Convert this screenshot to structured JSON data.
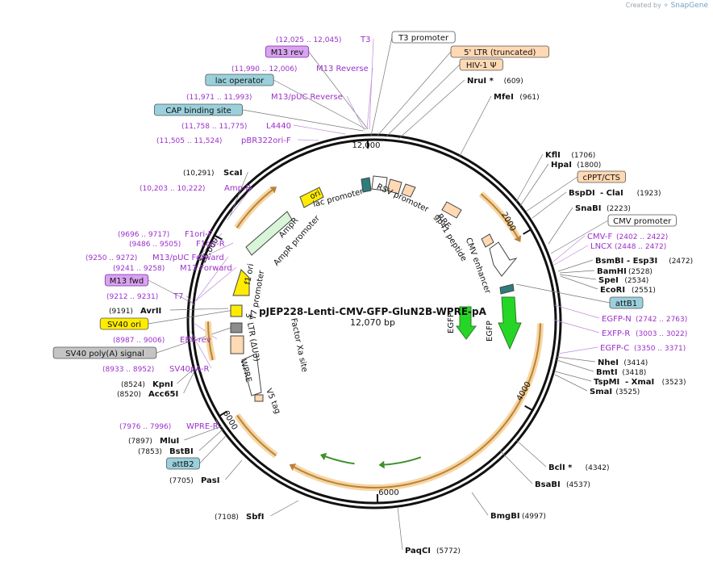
{
  "branding": {
    "created_by": "Created by",
    "product": "SnapGene"
  },
  "plasmid": {
    "name": "pJEP228-Lenti-CMV-GFP-GluN2B-WPRE-pA",
    "size": "12,070 bp",
    "length": 12070
  },
  "colors": {
    "enzyme": "#111111",
    "primer": "#9b30c9",
    "misc": "#c4c4c4",
    "feature_orange": "#e3a23a",
    "feature_green": "#8fd58f",
    "egfp": "#26d626",
    "yellow_ori": "#ffec00",
    "peach": "#ffd9b3",
    "light_blue": "#9ad0dc",
    "lilac": "#d9a3f0"
  },
  "ticks": [
    "2000",
    "4000",
    "6000",
    "8000",
    "10,000",
    "12,000"
  ],
  "labels": [
    {
      "range": "(12,025 .. 12,045)",
      "name": "T3",
      "kind": "primer"
    },
    {
      "name": "M13 rev",
      "kind": "primer_box"
    },
    {
      "range": "(11,990 .. 12,006)",
      "name": "M13 Reverse",
      "kind": "primer"
    },
    {
      "name": "lac operator",
      "kind": "box_blue"
    },
    {
      "range": "(11,971 .. 11,993)",
      "name": "M13/pUC Reverse",
      "kind": "primer"
    },
    {
      "name": "CAP binding site",
      "kind": "box_blue"
    },
    {
      "range": "(11,758 .. 11,775)",
      "name": "L4440",
      "kind": "primer"
    },
    {
      "range": "(11,505 .. 11,524)",
      "name": "pBR322ori-F",
      "kind": "primer"
    },
    {
      "range": "(10,291)",
      "name": "ScaI",
      "kind": "enzyme"
    },
    {
      "range": "(10,203 .. 10,222)",
      "name": "Amp-R",
      "kind": "primer"
    },
    {
      "range": "(9696 .. 9717)",
      "name": "F1ori-F",
      "kind": "primer"
    },
    {
      "range": "(9486 .. 9505)",
      "name": "F1ori-R",
      "kind": "primer"
    },
    {
      "range": "(9250 .. 9272)",
      "name": "M13/pUC Forward",
      "kind": "primer"
    },
    {
      "range": "(9241 .. 9258)",
      "name": "M13 Forward",
      "kind": "primer"
    },
    {
      "name": "M13 fwd",
      "kind": "primer_box"
    },
    {
      "range": "(9212 .. 9231)",
      "name": "T7",
      "kind": "primer"
    },
    {
      "range": "(9191)",
      "name": "AvrII",
      "kind": "enzyme"
    },
    {
      "name": "SV40 ori",
      "kind": "box_yellow"
    },
    {
      "range": "(8987 .. 9006)",
      "name": "EBV-rev",
      "kind": "primer"
    },
    {
      "name": "SV40 poly(A) signal",
      "kind": "box_grey"
    },
    {
      "range": "(8933 .. 8952)",
      "name": "SV40pA-R",
      "kind": "primer"
    },
    {
      "range": "(8524)",
      "name": "KpnI",
      "kind": "enzyme"
    },
    {
      "range": "(8520)",
      "name": "Acc65I",
      "kind": "enzyme"
    },
    {
      "range": "(7976 .. 7996)",
      "name": "WPRE-R",
      "kind": "primer"
    },
    {
      "range": "(7897)",
      "name": "MluI",
      "kind": "enzyme"
    },
    {
      "range": "(7853)",
      "name": "BstBI",
      "kind": "enzyme"
    },
    {
      "name": "attB2",
      "kind": "box_blue"
    },
    {
      "range": "(7705)",
      "name": "PasI",
      "kind": "enzyme"
    },
    {
      "range": "(7108)",
      "name": "SbfI",
      "kind": "enzyme"
    },
    {
      "name": "T3 promoter",
      "kind": "box_white"
    },
    {
      "name": "5' LTR (truncated)",
      "kind": "box_peach"
    },
    {
      "name": "HIV-1 Ψ",
      "kind": "box_peach"
    },
    {
      "name": "NruI *",
      "range": "(609)",
      "kind": "enzyme_r"
    },
    {
      "name": "MfeI",
      "range": "(961)",
      "kind": "enzyme_r"
    },
    {
      "name": "KflI",
      "range": "(1706)",
      "kind": "enzyme_r"
    },
    {
      "name": "HpaI",
      "range": "(1800)",
      "kind": "enzyme_r"
    },
    {
      "name": "cPPT/CTS",
      "kind": "box_peach"
    },
    {
      "name": "BspDI",
      "name2": "- ClaI",
      "range": "(1923)",
      "kind": "enzyme_r"
    },
    {
      "name": "SnaBI",
      "range": "(2223)",
      "kind": "enzyme_r"
    },
    {
      "name": "CMV promoter",
      "kind": "box_white"
    },
    {
      "name": "CMV-F",
      "range": "(2402 .. 2422)",
      "kind": "primer_r"
    },
    {
      "name": "LNCX",
      "range": "(2448 .. 2472)",
      "kind": "primer_r"
    },
    {
      "name": "BsmBI",
      "name2": "- Esp3I",
      "range": "(2472)",
      "kind": "enzyme_r"
    },
    {
      "name": "BamHI",
      "range": "(2528)",
      "kind": "enzyme_r"
    },
    {
      "name": "SpeI",
      "range": "(2534)",
      "kind": "enzyme_r"
    },
    {
      "name": "EcoRI",
      "range": "(2551)",
      "kind": "enzyme_r"
    },
    {
      "name": "attB1",
      "kind": "box_blue"
    },
    {
      "name": "EGFP-N",
      "range": "(2742 .. 2763)",
      "kind": "primer_r"
    },
    {
      "name": "EXFP-R",
      "range": "(3003 .. 3022)",
      "kind": "primer_r"
    },
    {
      "name": "EGFP-C",
      "range": "(3350 .. 3371)",
      "kind": "primer_r"
    },
    {
      "name": "NheI",
      "range": "(3414)",
      "kind": "enzyme_r"
    },
    {
      "name": "BmtI",
      "range": "(3418)",
      "kind": "enzyme_r"
    },
    {
      "name": "TspMI",
      "name2": "- XmaI",
      "range": "(3523)",
      "kind": "enzyme_r"
    },
    {
      "name": "SmaI",
      "range": "(3525)",
      "kind": "enzyme_r"
    },
    {
      "name": "BclI *",
      "range": "(4342)",
      "kind": "enzyme_r"
    },
    {
      "name": "BsaBI",
      "range": "(4537)",
      "kind": "enzyme_r"
    },
    {
      "name": "BmgBI",
      "range": "(4997)",
      "kind": "enzyme_r"
    },
    {
      "name": "PaqCI",
      "range": "(5772)",
      "kind": "enzyme_r"
    }
  ],
  "features": [
    {
      "name": "ori"
    },
    {
      "name": "AmpR"
    },
    {
      "name": "AmpR promoter"
    },
    {
      "name": "lac promoter"
    },
    {
      "name": "RSV promoter"
    },
    {
      "name": "RRE"
    },
    {
      "name": "gp41 peptide"
    },
    {
      "name": "CMV enhancer"
    },
    {
      "name": "EGFP"
    },
    {
      "name": "EGFP"
    },
    {
      "name": "f1 ori"
    },
    {
      "name": "T7 promoter"
    },
    {
      "name": "3' LTR (ΔU3)"
    },
    {
      "name": "WPRE"
    },
    {
      "name": "V5 tag"
    },
    {
      "name": "Factor Xa site"
    }
  ]
}
